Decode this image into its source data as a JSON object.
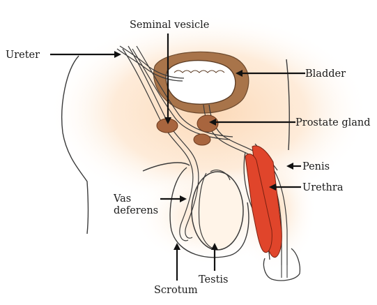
{
  "labels": {
    "seminal_vesicle": "Seminal vesicle",
    "ureter": "Ureter",
    "bladder": "Bladder",
    "prostate_gland": "Prostate gland",
    "penis": "Penis",
    "urethra": "Urethra",
    "vas_deferens_line1": "Vas",
    "vas_deferens_line2": "deferens",
    "testis": "Testis",
    "scrotum": "Scrotum"
  },
  "colors": {
    "skin": "#fde3c9",
    "bladder_wall": "#a8744a",
    "gland": "#a8653e",
    "urethra_red": "#e0452b",
    "outline": "#3a3a3a",
    "pointer": "#111111"
  }
}
